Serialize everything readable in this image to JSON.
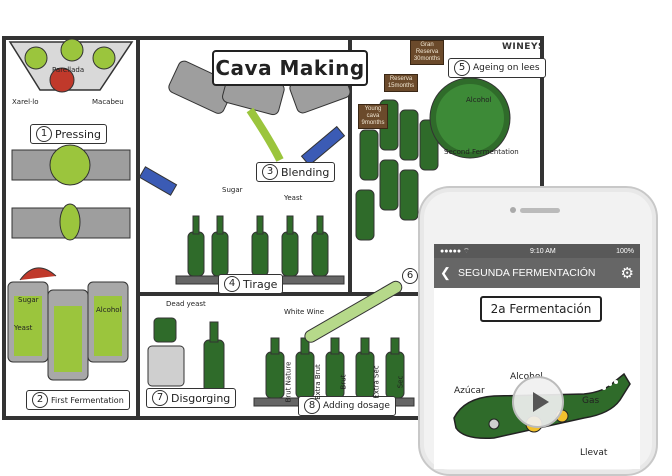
{
  "poster": {
    "title": "Cava Making",
    "brand": "WINEYS",
    "grapes": [
      "Parellada",
      "Xarel·lo",
      "Macabeu"
    ],
    "steps": [
      {
        "num": "1",
        "label": "Pressing"
      },
      {
        "num": "2",
        "label": "First Fermentation"
      },
      {
        "num": "3",
        "label": "Blending"
      },
      {
        "num": "4",
        "label": "Tirage"
      },
      {
        "num": "5",
        "label": "Ageing on lees"
      },
      {
        "num": "6",
        "label": ""
      },
      {
        "num": "7",
        "label": "Disgorging"
      },
      {
        "num": "8",
        "label": "Adding dosage"
      }
    ],
    "vat_labels": [
      "Sugar",
      "Yeast",
      "Alcohol"
    ],
    "tirage_labels": [
      "Sugar",
      "Yeast"
    ],
    "ageing_labels": [
      "Alcohol",
      "Second Fermentation"
    ],
    "signs": [
      "Gran Reserva 30months",
      "Reserva 15months",
      "Young cava 9months"
    ],
    "dead_yeast": "Dead yeast",
    "dosage_labels": [
      "Brut Nature",
      "Extra Brut",
      "Brut",
      "Extra Sec",
      "Sec"
    ],
    "wine_label": "White Wine"
  },
  "phone": {
    "status": {
      "left": "●●●●● ⌔",
      "time": "9:10 AM",
      "battery": "100%"
    },
    "nav_title": "SEGUNDA FERMENTACIÓN",
    "content": {
      "box_title": "2a Fermentación",
      "labels": [
        "Azúcar",
        "Alcohol",
        "Gas",
        "Llevat"
      ]
    }
  },
  "colors": {
    "bottle": "#2f6b2a",
    "grape": "#9bc53d",
    "accent": "#666666"
  }
}
